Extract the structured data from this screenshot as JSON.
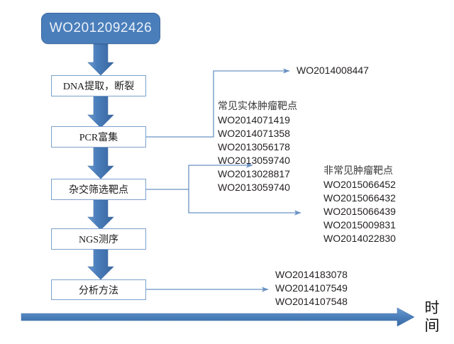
{
  "diagram": {
    "title_box": {
      "label": "WO2012092426"
    },
    "steps": [
      {
        "id": "dna",
        "label": "DNA提取，断裂"
      },
      {
        "id": "pcr",
        "label": "PCR富集"
      },
      {
        "id": "hybrid",
        "label": "杂交筛选靶点"
      },
      {
        "id": "ngs",
        "label": "NGS测序"
      },
      {
        "id": "analysis",
        "label": "分析方法"
      }
    ],
    "branch_top": {
      "patent": "WO2014008447"
    },
    "group_common": {
      "header": "常见实体肿瘤靶点",
      "patents": [
        "WO2014071419",
        "WO2014071358",
        "WO2013056178",
        "WO2013059740",
        "WO2013028817",
        "WO2013059740"
      ]
    },
    "group_rare": {
      "header": "非常见肿瘤靶点",
      "patents": [
        "WO2015066452",
        "WO2015066432",
        "WO2015066439",
        "WO2015009831",
        "WO2014022830"
      ]
    },
    "group_analysis": {
      "header": "",
      "patents": [
        "WO2014183078",
        "WO2014107549",
        "WO2014107548"
      ]
    },
    "time_axis": {
      "label_line1": "时",
      "label_line2": "间"
    },
    "colors": {
      "accent": "#4a7ebb",
      "box_border": "#7ba0cc",
      "connector": "#6a92c4",
      "text": "#231f20",
      "background": "#ffffff"
    }
  }
}
